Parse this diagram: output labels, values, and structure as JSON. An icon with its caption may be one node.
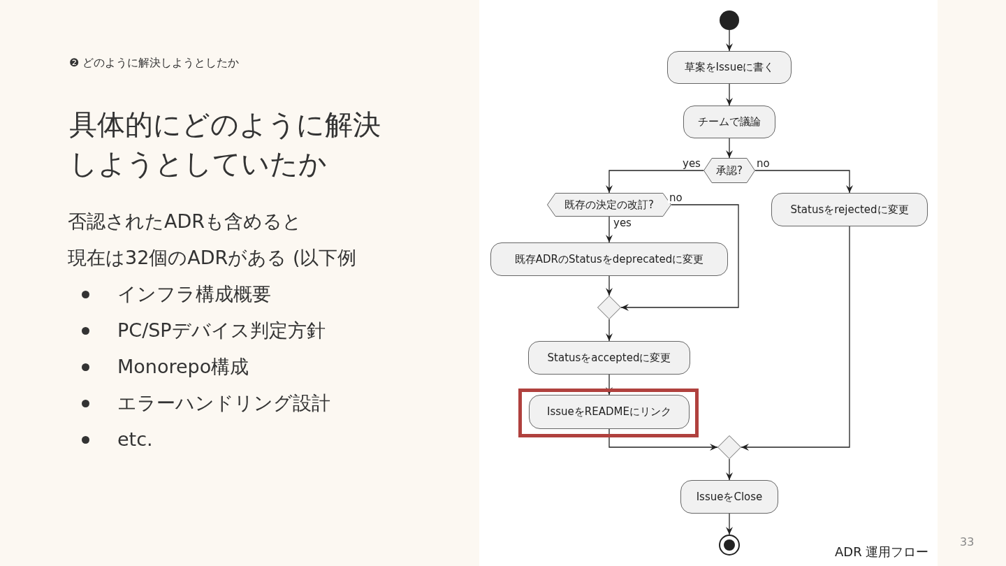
{
  "diagram": {
    "title": "具体的にどのように解決しようとしていたか",
    "caption": "ADR 運用フロー",
    "nodes": [
      {
        "text": [],
        "shape": "circle"
      },
      {
        "text": [
          "草案をIssueに書く"
        ]
      },
      {
        "text": [
          "チームで議論"
        ]
      },
      {
        "text": [
          "承認?"
        ]
      },
      {
        "text": [
          "既存の決定の改訂?"
        ]
      },
      {
        "text": [
          "Statusをrejectedに変更"
        ]
      },
      {
        "text": [
          "既存ADRのStatusをdeprecatedに変更"
        ]
      },
      {
        "text": [],
        "shape": "diamond"
      },
      {
        "text": [
          "Statusをacceptedに変更"
        ]
      },
      {
        "text": [
          "IssueをREADMEにリンク"
        ]
      },
      {
        "text": [],
        "shape": "diamond"
      },
      {
        "text": [
          "IssueをClose"
        ]
      },
      {
        "text": [],
        "shape": "circle"
      }
    ],
    "edges": [
      {
        "from": 0,
        "to": 1,
        "arrow": "to"
      },
      {
        "from": 1,
        "to": 2,
        "arrow": "to"
      },
      {
        "from": 2,
        "to": 3,
        "arrow": "to"
      },
      {
        "from": 3,
        "to": 4,
        "arrow": "to",
        "label": "yes"
      },
      {
        "from": 3,
        "to": 5,
        "arrow": "to",
        "label": "no"
      },
      {
        "from": 4,
        "to": 6,
        "arrow": "to",
        "label": "yes"
      },
      {
        "from": 4,
        "to": 7,
        "arrow": "to",
        "label": "no"
      },
      {
        "from": 6,
        "to": 7,
        "arrow": "to"
      },
      {
        "from": 7,
        "to": 8,
        "arrow": "to"
      },
      {
        "from": 8,
        "to": 9,
        "arrow": "to"
      },
      {
        "from": 9,
        "to": 10,
        "arrow": "to"
      },
      {
        "from": 5,
        "to": 10,
        "arrow": "to"
      },
      {
        "from": 10,
        "to": 11,
        "arrow": "to"
      },
      {
        "from": 11,
        "to": 12,
        "arrow": "to"
      }
    ],
    "labels": [
      "❷ どのように解決しようとしたか",
      "否認されたADRも含めると",
      "現在は32個のADRがある (以下例",
      "インフラ構成概要",
      "PC/SPデバイス判定方針",
      "Monorepo構成",
      "エラーハンドリング設計",
      "etc.",
      "33"
    ]
  }
}
